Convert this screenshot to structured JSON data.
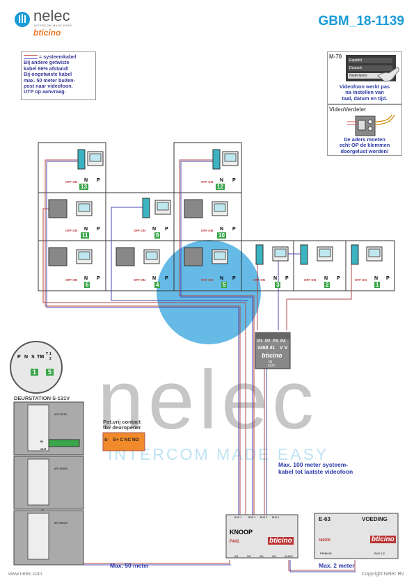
{
  "title": "GBM_18-1139",
  "logo": {
    "word": "nelec",
    "sub": "INTERCOM MADE EASY",
    "brand": "bticino"
  },
  "note": {
    "legend": "= systeemkabel",
    "lines": [
      "Bij andere getwiste",
      "kabel 66% afstand!",
      "Bij ongetwiste kabel",
      "max. 50 meter buiten-",
      "post naar videofoon.",
      "UTP op aanvraag."
    ]
  },
  "m70": {
    "title": "M-70",
    "menu": [
      "Español",
      "Deutsch",
      "Nederlands"
    ],
    "caption": [
      "Videofoon werkt pas",
      "na instellen van",
      "taal, datum en tijd."
    ]
  },
  "verdeler": {
    "title": "VideoVerdeler",
    "caption": [
      "De aders moeten",
      "echt OP de klemmen",
      "doorgelust worden!"
    ]
  },
  "cells": {
    "np_n": "N",
    "np_p": "P",
    "offon": "OFF ON",
    "numbers": [
      "13",
      "12",
      "11",
      "9",
      "10",
      "6",
      "4",
      "5",
      "3",
      "2",
      "1"
    ]
  },
  "splitter": {
    "ports": [
      "P1",
      "P2",
      "P3",
      "P4"
    ],
    "model": "3468 41",
    "vv": "V V",
    "brand": "bticino",
    "in": "IN",
    "out": "OUT"
  },
  "keypad": {
    "labels": [
      "P",
      "N",
      "S",
      "TM",
      "T",
      "1",
      "2"
    ],
    "left": "1",
    "right": "5"
  },
  "deurstation": {
    "title": "DEURSTATION S-131V",
    "art1": "ART.351301",
    "art2": "ART.352000",
    "art3": "ART.352000",
    "in": "IN",
    "out": "OUT"
  },
  "contact": {
    "title": [
      "Pot.vrij contact",
      "tbv deuropener"
    ],
    "terminals": [
      "S-",
      "S+",
      "C",
      "NC",
      "NO"
    ]
  },
  "knoop": {
    "title": "KNOOP",
    "model": "F441",
    "brand": "bticino",
    "bus": [
      "BUS 1",
      "BUS 2",
      "BUS 3",
      "BUS 4"
    ],
    "in": [
      "IN1",
      "IN2",
      "IN3",
      "IN4"
    ],
    "extra": "IN BUS"
  },
  "voeding": {
    "title": "E-63",
    "label": "VOEDING",
    "model": "346000",
    "brand": "bticino",
    "primair": "PRIMAIR",
    "bus": "BUS 1/2"
  },
  "labels": {
    "max100": [
      "Max. 100 meter systeem-",
      "kabel tot laatste videofoon"
    ],
    "max50": "Max. 50 meter",
    "max2": "Max. 2 meter"
  },
  "footer": {
    "left": "www.nelec.com",
    "right": "Copyright Nelec BV"
  },
  "watermark": {
    "big": "nelec",
    "tag": "INTERCOM MADE EASY"
  }
}
